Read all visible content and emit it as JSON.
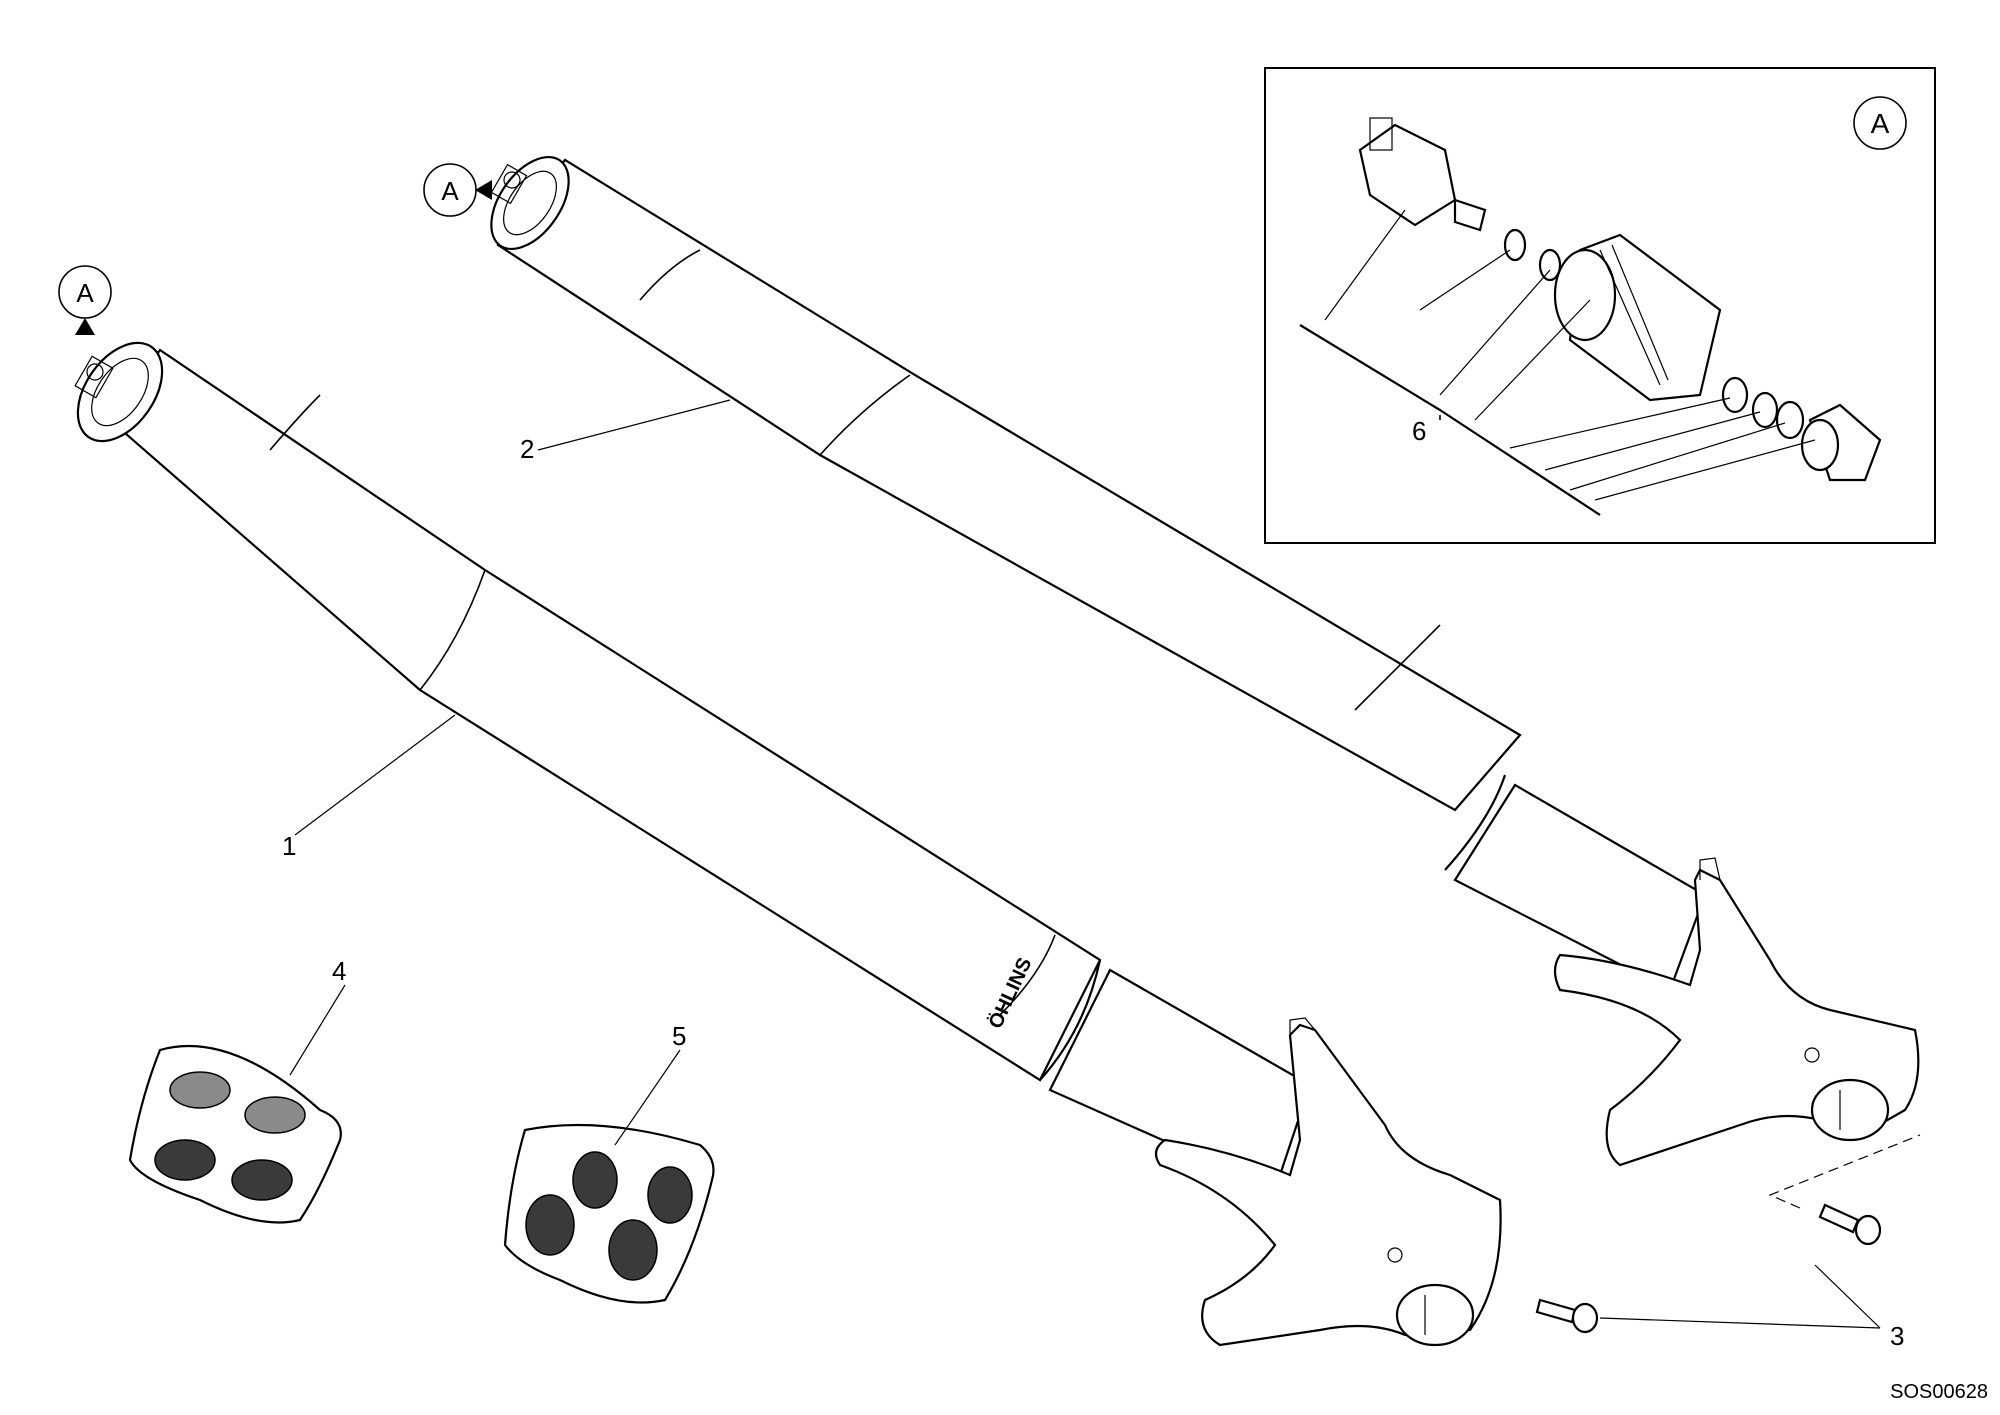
{
  "diagram": {
    "callouts": {
      "part1": "1",
      "part2": "2",
      "part3": "3",
      "part4": "4",
      "part5": "5",
      "part6": "6"
    },
    "detail_ref": "A",
    "detail_ref_fork1": "A",
    "detail_ref_fork2": "A",
    "inset_label": "A",
    "tube_brand": "ÖHLINS",
    "drawing_code": "SOS00628"
  }
}
